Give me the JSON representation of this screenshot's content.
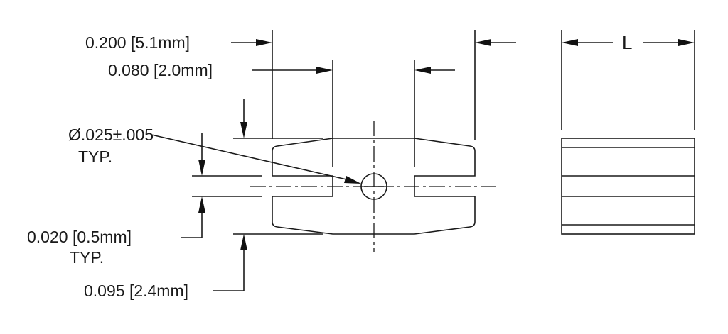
{
  "drawing": {
    "dim_width_outer": "0.200 [5.1mm]",
    "dim_width_inner": "0.080 [2.0mm]",
    "dim_hole": "Ø.025±.005",
    "dim_hole_note": "TYP.",
    "dim_slot": "0.020 [0.5mm]",
    "dim_slot_note": "TYP.",
    "dim_height": "0.095 [2.4mm]",
    "dim_length": "L"
  }
}
